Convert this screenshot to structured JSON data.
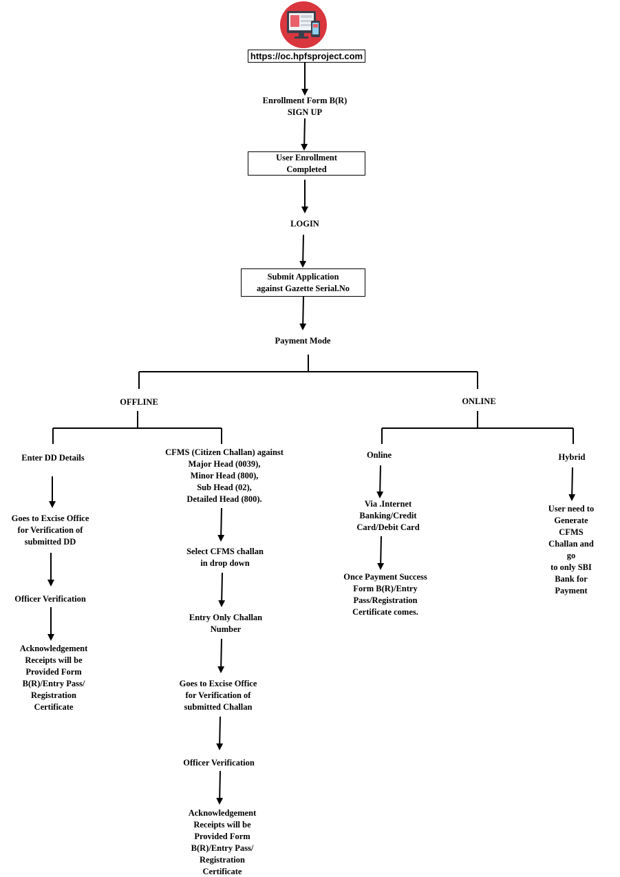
{
  "colors": {
    "logo_circle": "#d9363e",
    "stroke": "#000000"
  },
  "logo": {
    "icon": "website-devices-icon"
  },
  "url": "https://oc.hpfsproject.com",
  "steps": {
    "enrollment": "Enrollment Form B(R)\nSIGN UP",
    "user_enrollment": "User Enrollment\nCompleted",
    "login": "LOGIN",
    "submit": "Submit Application\nagainst Gazette Serial.No",
    "payment_mode": "Payment Mode"
  },
  "offline": {
    "label": "OFFLINE",
    "dd": {
      "title": "Enter DD Details",
      "steps": [
        "Goes to Excise Office\nfor Verification of\nsubmitted DD",
        "Officer Verification",
        "Acknowledgement\nReceipts will be\nProvided Form\nB(R)/Entry Pass/\nRegistration\nCertificate"
      ]
    },
    "cfms": {
      "title": "CFMS (Citizen Challan) against\nMajor Head (0039),\nMinor Head (800),\nSub Head (02),\nDetailed Head (800).",
      "steps": [
        "Select CFMS challan\nin drop down",
        "Entry Only Challan\nNumber",
        "Goes to Excise Office\nfor Verification of\nsubmitted Challan",
        "Officer Verification",
        "Acknowledgement\nReceipts will be\nProvided Form\nB(R)/Entry Pass/\nRegistration\nCertificate"
      ]
    }
  },
  "online": {
    "label": "ONLINE",
    "online_branch": {
      "title": "Online",
      "steps": [
        "Via .Internet\nBanking/Credit\nCard/Debit Card",
        "Once Payment Success\nForm B(R)/Entry\nPass/Registration\nCertificate comes."
      ]
    },
    "hybrid": {
      "title": "Hybrid",
      "steps": [
        "User need to Generate\nCFMS Challan and go\nto only SBI Bank for\nPayment"
      ]
    }
  }
}
